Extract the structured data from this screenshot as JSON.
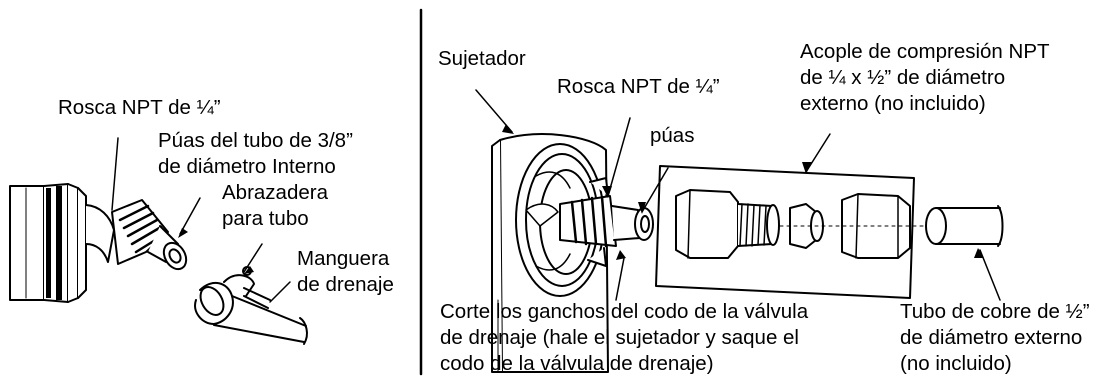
{
  "left_panel": {
    "labels": {
      "npt_thread": "Rosca NPT de ¼”",
      "barb_line1": "Púas del tubo de 3/8”",
      "barb_line2": "de diámetro Interno",
      "clamp_line1": "Abrazadera",
      "clamp_line2": "para tubo",
      "hose_line1": "Manguera",
      "hose_line2": "de drenaje"
    }
  },
  "right_panel": {
    "labels": {
      "retainer": "Sujetador",
      "npt_thread": "Rosca NPT de ¼”",
      "barbs": "púas",
      "fitting_line1": "Acople de compresión NPT",
      "fitting_line2": "de ¼ x ½” de diámetro",
      "fitting_line3": "externo (no incluido)",
      "cut_line1": "Corte los ganchos del codo de la válvula",
      "cut_line2": "de drenaje (hale el sujetador y saque el",
      "cut_line3": "codo de la válvula de drenaje)",
      "tube_line1": "Tubo de cobre de ½”",
      "tube_line2": "de diámetro externo",
      "tube_line3": "(no incluido)"
    }
  }
}
